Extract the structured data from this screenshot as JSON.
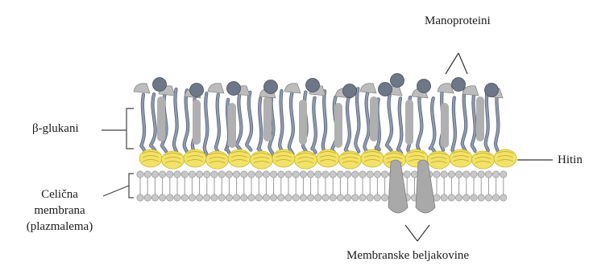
{
  "labels": {
    "manoproteini": "Manoproteini",
    "beta_glukani": "β-glukani",
    "hitin": "Hitin",
    "celicna_membrana_line1": "Celična",
    "celicna_membrana_line2": "membrana",
    "celicna_membrana_line3": "(plazmalema)",
    "membranske_beljakovine": "Membranske beljakovine"
  },
  "colors": {
    "glucan_fiber": "#8e9aae",
    "glucan_stroke": "#59647a",
    "mannoprotein_cap": "#bcbcbc",
    "mannoprotein_ball": "#6e7788",
    "chitin": "#f2e26a",
    "chitin_stroke": "#c9b52a",
    "lipid_head": "#c8c8c8",
    "lipid_tail": "#9a9a9a",
    "membrane_protein": "#a9a9a9"
  }
}
